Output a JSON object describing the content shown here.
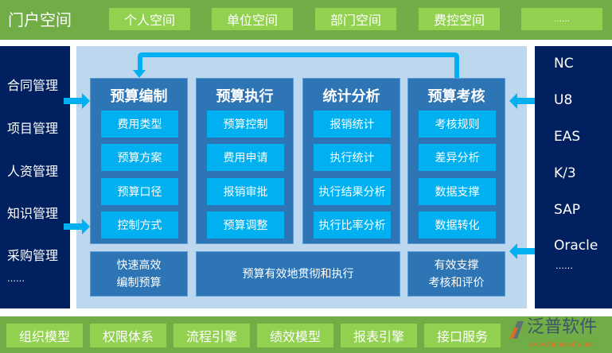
{
  "top_bar": {
    "title": "门户空间",
    "items": [
      "个人空间",
      "单位空间",
      "部门空间",
      "费控空间",
      "……"
    ]
  },
  "left_panel": {
    "items": [
      "合同管理",
      "项目管理",
      "人资管理",
      "知识管理",
      "采购管理",
      "……"
    ]
  },
  "right_panel": {
    "items": [
      "NC",
      "U8",
      "EAS",
      "K/3",
      "SAP",
      "Oracle",
      "……"
    ]
  },
  "columns": [
    {
      "title": "预算编制",
      "items": [
        "费用类型",
        "预算方案",
        "预算口径",
        "控制方式"
      ]
    },
    {
      "title": "预算执行",
      "items": [
        "预算控制",
        "费用申请",
        "报销审批",
        "预算调整"
      ]
    },
    {
      "title": "统计分析",
      "items": [
        "报销统计",
        "执行统计",
        "执行结果分析",
        "执行比率分析"
      ]
    },
    {
      "title": "预算考核",
      "items": [
        "考核规则",
        "差异分析",
        "数据支撑",
        "数据转化"
      ]
    }
  ],
  "bottom_row": [
    "快速高效\n编制预算",
    "预算有效地贯彻和执行",
    "有效支撑\n考核和评价"
  ],
  "bottom_bar": {
    "items": [
      "组织模型",
      "权限体系",
      "流程引擎",
      "绩效模型",
      "报表引擎",
      "接口服务"
    ]
  },
  "logo": {
    "name": "泛普软件",
    "url": "www.fanpusoft.com"
  },
  "colors": {
    "green": "#70ad47",
    "light_green": "#92d050",
    "navy": "#002060",
    "panel": "#bdd7ee",
    "column": "#2e75b6",
    "item": "#00b0f0"
  }
}
